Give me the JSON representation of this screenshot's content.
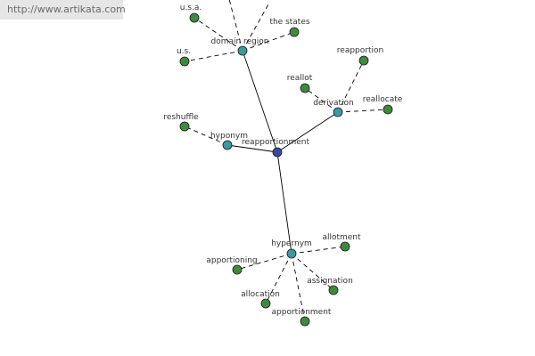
{
  "watermark": "http://www.artikata.com",
  "colors": {
    "root_node": "#3a4a9a",
    "relation_node": "#3a9aa0",
    "leaf_node": "#3f8a3f",
    "edge": "#000000"
  },
  "graph": {
    "root": "reapportionment",
    "relations": [
      "domain region",
      "derivation",
      "hyponym",
      "hypernym"
    ],
    "leaves": {
      "domain region": [
        "u.s.a.",
        "u.s.",
        "the states"
      ],
      "derivation": [
        "reapportion",
        "reallot",
        "reallocate"
      ],
      "hyponym": [
        "reshuffle"
      ],
      "hypernym": [
        "allotment",
        "apportioning",
        "assignation",
        "allocation",
        "apportionment"
      ]
    }
  }
}
